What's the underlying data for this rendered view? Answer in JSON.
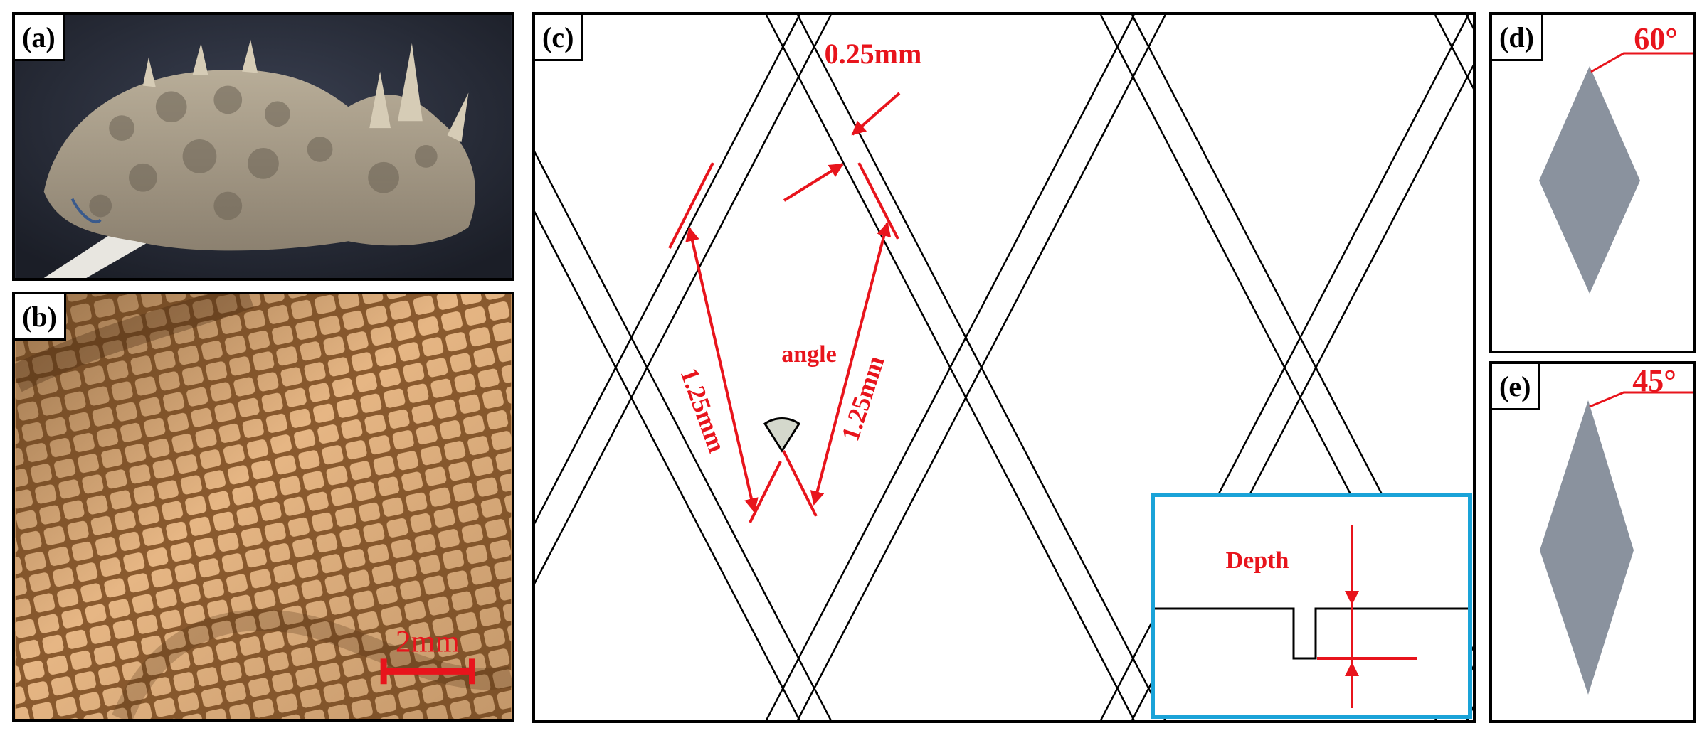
{
  "panels": {
    "a": {
      "label": "(a)"
    },
    "b": {
      "label": "(b)",
      "scale_bar": "2mm"
    },
    "c": {
      "label": "(c)",
      "width_annotation": "0.25mm",
      "angle_annotation": "angle",
      "side_left": "1.25mm",
      "side_right": "1.25mm",
      "inset_label": "Depth"
    },
    "d": {
      "label": "(d)",
      "angle": "60°"
    },
    "e": {
      "label": "(e)",
      "angle": "45°"
    }
  },
  "colors": {
    "annotation": "#e8141c",
    "inset_border": "#1aa3d8",
    "diamond_fill": "#8a929e",
    "angle_wedge": "#d4d8cc",
    "grid_line": "#000000"
  }
}
